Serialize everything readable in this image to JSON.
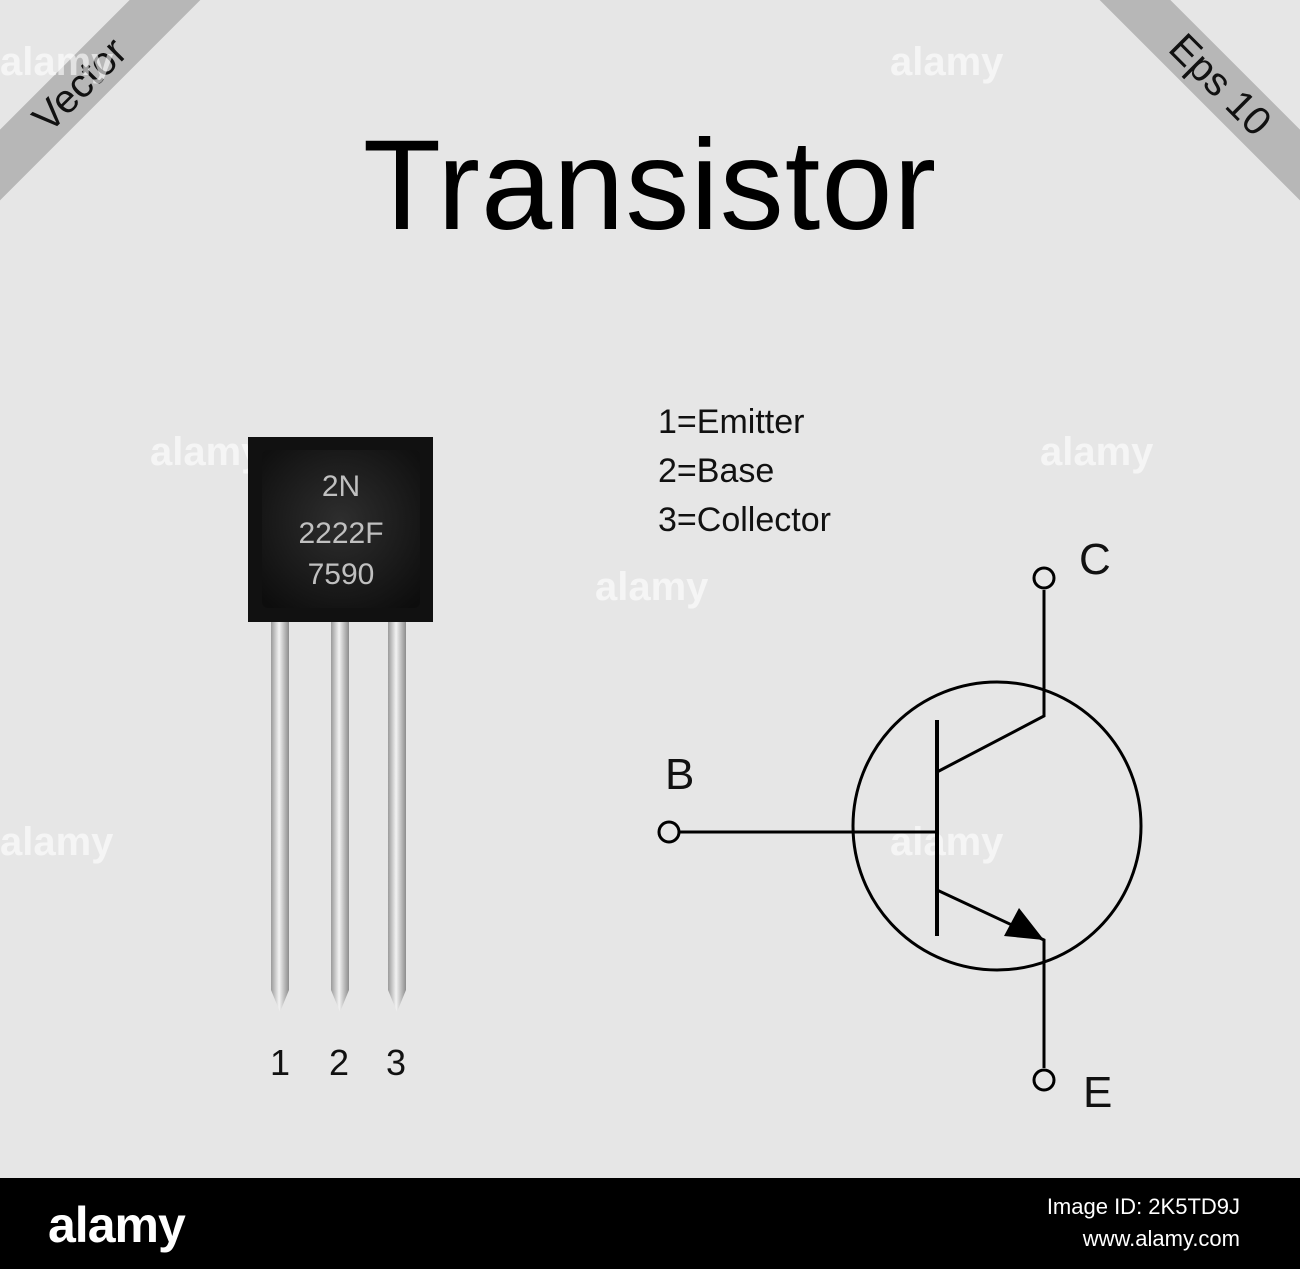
{
  "title": "Transistor",
  "corner_left": "Vector",
  "corner_right": "Eps 10",
  "package_marking": {
    "line1": "2N",
    "line2": "2222F",
    "line3": "7590"
  },
  "pins": [
    "1",
    "2",
    "3"
  ],
  "legend": [
    "1=Emitter",
    "2=Base",
    "3=Collector"
  ],
  "terminals": {
    "base": "B",
    "collector": "C",
    "emitter": "E"
  },
  "watermark": "alamy",
  "footer": {
    "logo": "alamy",
    "image_id": "Image ID: 2K5TD9J",
    "url": "www.alamy.com"
  },
  "colors": {
    "background": "#e6e6e6",
    "ribbon": "#b7b7b7",
    "package": "#1a1a1a",
    "marking": "#bdbdbd",
    "footer": "#000000"
  }
}
